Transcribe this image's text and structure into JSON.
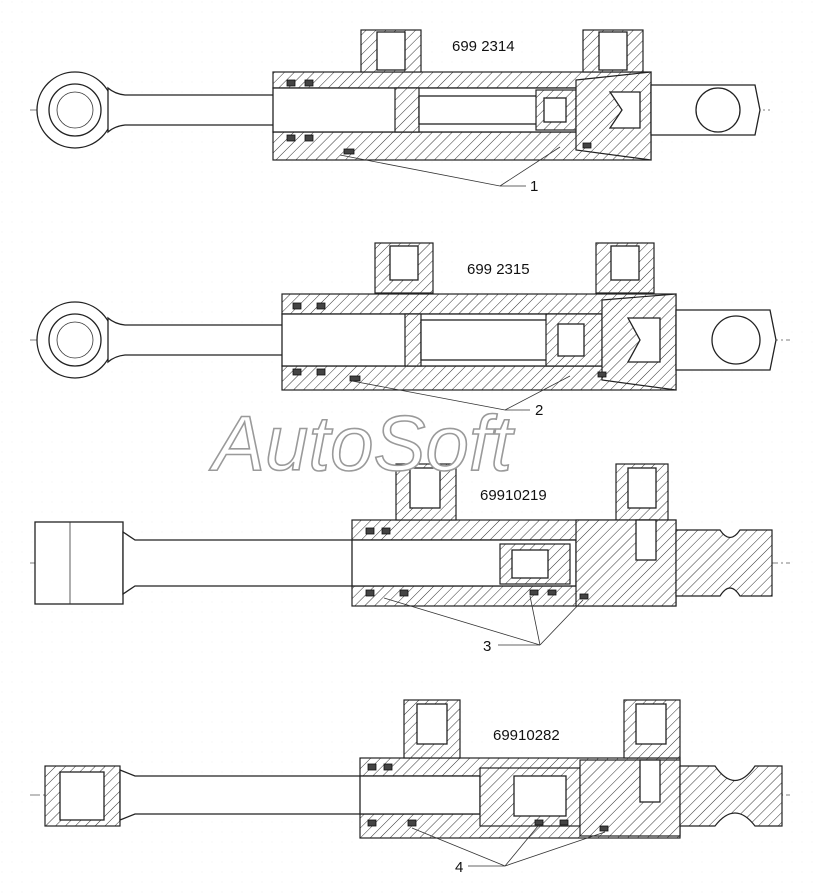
{
  "parts": [
    {
      "label": "699 2314",
      "callout": "1"
    },
    {
      "label": "699 2315",
      "callout": "2"
    },
    {
      "label": "69910219",
      "callout": "3"
    },
    {
      "label": "69910282",
      "callout": "4"
    }
  ],
  "watermark": "AutoSoft",
  "colors": {
    "line": "#222222",
    "watermark_outline": "#9a9a9a",
    "background": "#ffffff"
  }
}
